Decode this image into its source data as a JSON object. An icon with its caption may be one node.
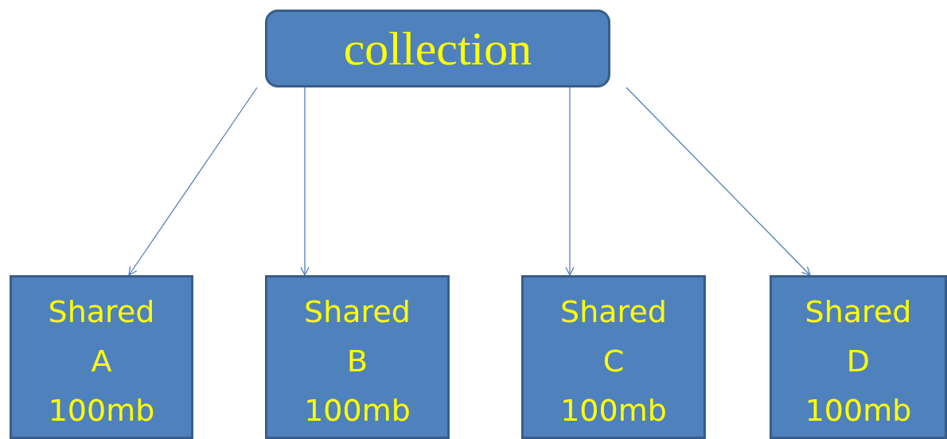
{
  "diagram": {
    "nodes": [
      {
        "text": [
          "collection"
        ]
      },
      {
        "text": [
          "Shared A 100mb"
        ]
      },
      {
        "text": [
          "Shared B 100mb"
        ]
      },
      {
        "text": [
          "Shared C 100mb"
        ]
      },
      {
        "text": [
          "Shared D 100mb"
        ]
      }
    ],
    "edges": [
      {
        "from": 0,
        "to": 1,
        "arrow": "to"
      },
      {
        "from": 0,
        "to": 2,
        "arrow": "to"
      },
      {
        "from": 0,
        "to": 3,
        "arrow": "to"
      },
      {
        "from": 0,
        "to": 4,
        "arrow": "to"
      }
    ]
  }
}
